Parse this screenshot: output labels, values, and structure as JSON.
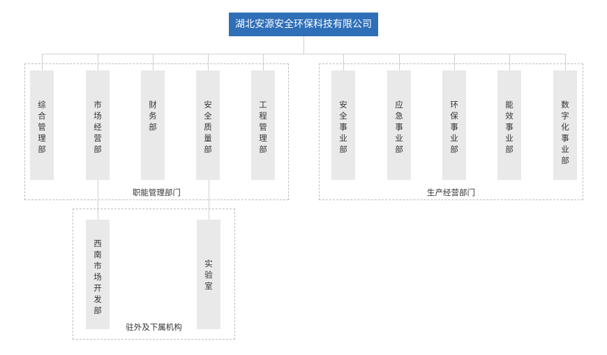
{
  "root": {
    "label": "湖北安源安全环保科技有限公司"
  },
  "groups": {
    "functional": {
      "label": "职能管理部门",
      "departments": [
        "综合管理部",
        "市场经营部",
        "财务部",
        "安全质量部",
        "工程管理部"
      ]
    },
    "production": {
      "label": "生产经营部门",
      "departments": [
        "安全事业部",
        "应急事业部",
        "环保事业部",
        "能效事业部",
        "数字化事业部"
      ]
    },
    "branches": {
      "label": "驻外及下属机构",
      "departments": [
        "西南市场开发部",
        "实验室"
      ]
    }
  },
  "colors": {
    "root_bg": "#2e6fb8",
    "box_bg": "#e9e9e9",
    "line": "#cfcfcf",
    "dash": "#bdbdbd"
  }
}
